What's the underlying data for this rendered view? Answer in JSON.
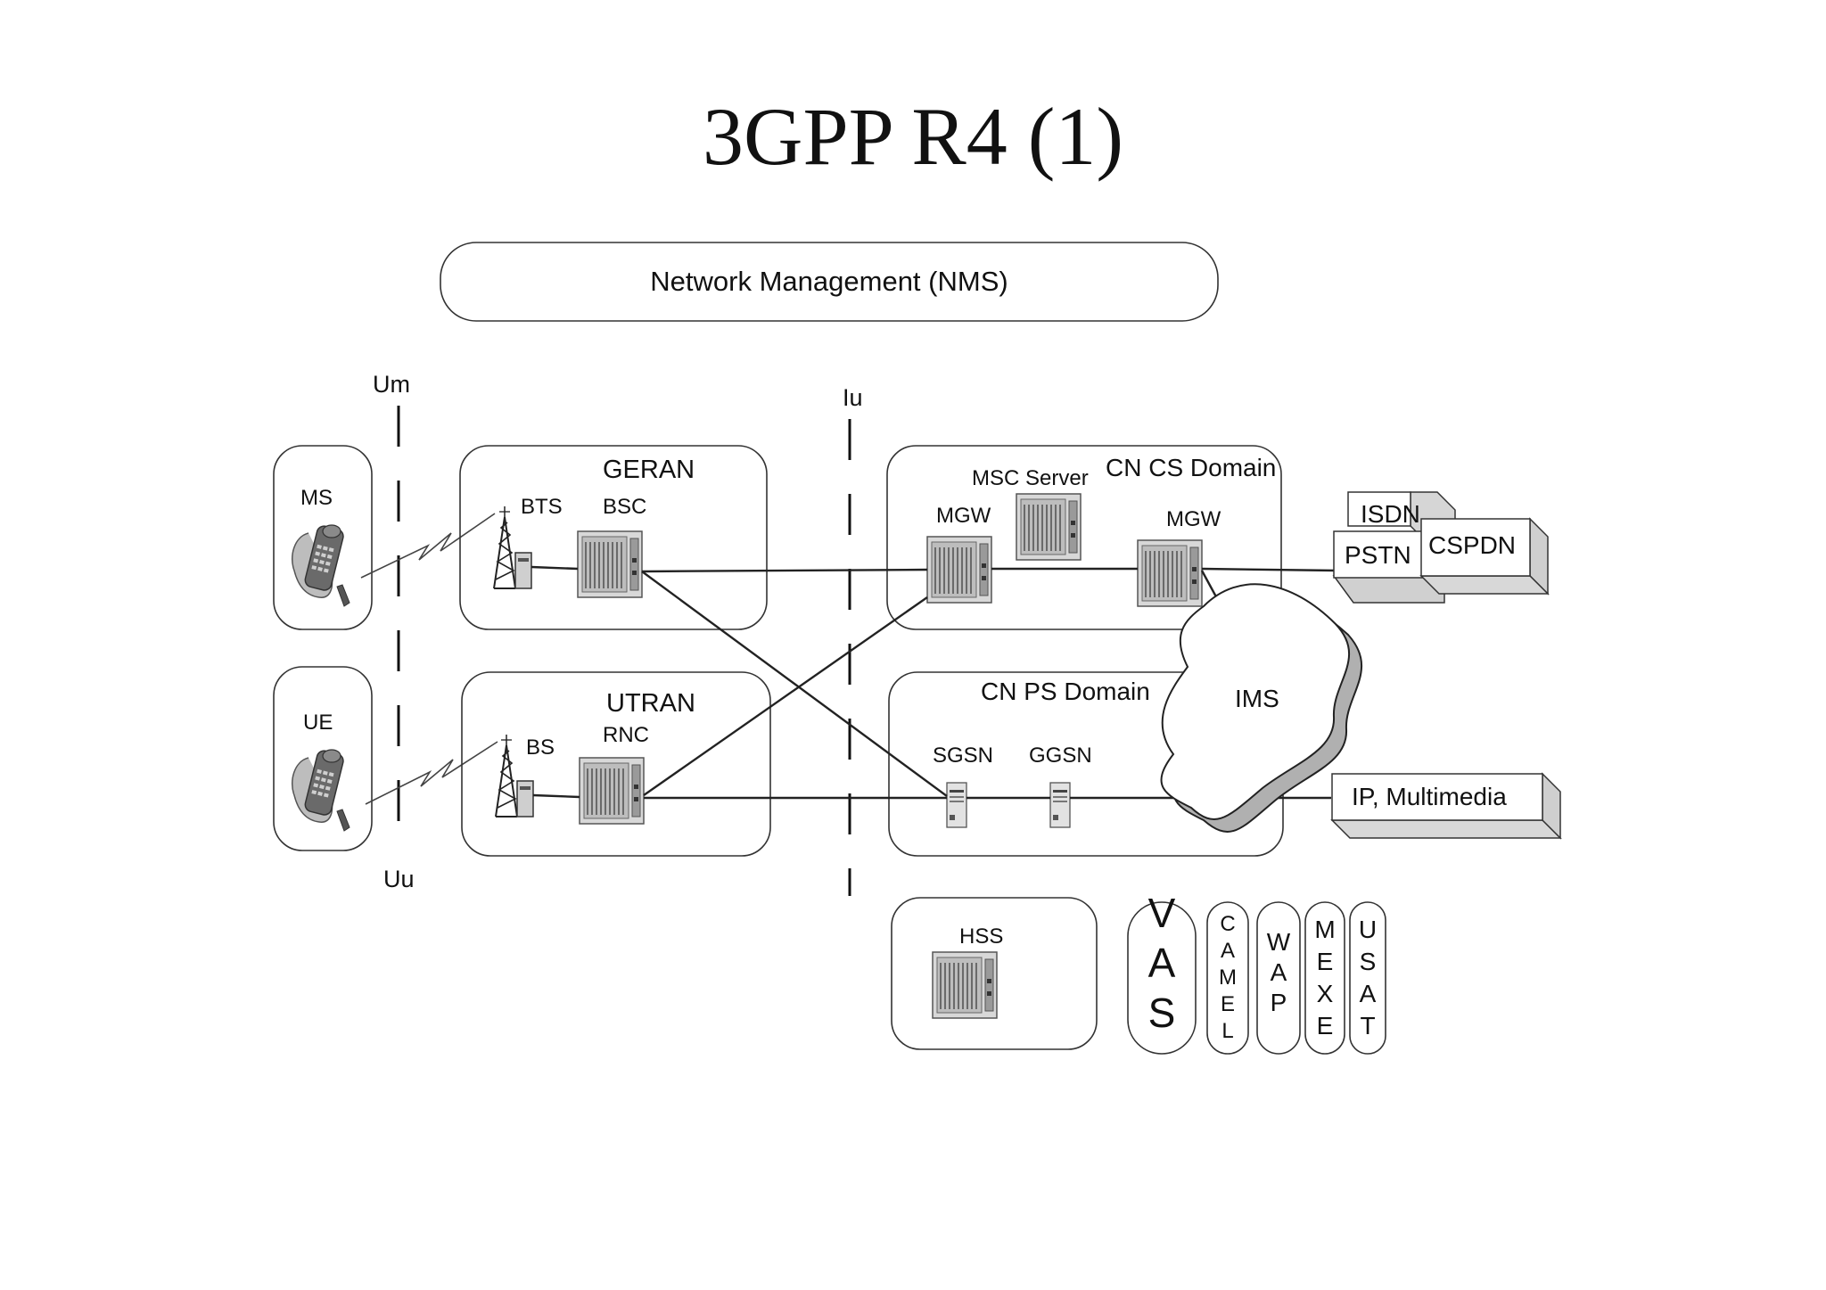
{
  "title": "3GPP R4 (1)",
  "nms": "Network Management (NMS)",
  "interfaces": {
    "um": "Um",
    "uu": "Uu",
    "iu": "Iu"
  },
  "terminals": {
    "ms": "MS",
    "ue": "UE"
  },
  "geran": {
    "label": "GERAN",
    "bts": "BTS",
    "bsc": "BSC"
  },
  "utran": {
    "label": "UTRAN",
    "bs": "BS",
    "rnc": "RNC"
  },
  "cn_cs": {
    "label": "CN CS Domain",
    "msc_server": "MSC Server",
    "mgw_left": "MGW",
    "mgw_right": "MGW"
  },
  "cn_ps": {
    "label": "CN PS Domain",
    "sgsn": "SGSN",
    "ggsn": "GGSN"
  },
  "ims": "IMS",
  "external": {
    "isdn": "ISDN",
    "pstn": "PSTN",
    "cspdn": "CSPDN",
    "ip": "IP, Multimedia"
  },
  "hss": "HSS",
  "services": [
    {
      "id": "vas",
      "letters": [
        "V",
        "A",
        "S"
      ]
    },
    {
      "id": "camel",
      "letters": [
        "C",
        "A",
        "M",
        "E",
        "L"
      ]
    },
    {
      "id": "wap",
      "letters": [
        "W",
        "A",
        "P"
      ]
    },
    {
      "id": "mexe",
      "letters": [
        "M",
        "E",
        "X",
        "E"
      ]
    },
    {
      "id": "usat",
      "letters": [
        "U",
        "S",
        "A",
        "T"
      ]
    }
  ],
  "colors": {
    "line": "#222222",
    "equipment": "#d4d4d4",
    "equipment_dark": "#7a7a7a",
    "box_shadow": "#cfcfcf"
  }
}
